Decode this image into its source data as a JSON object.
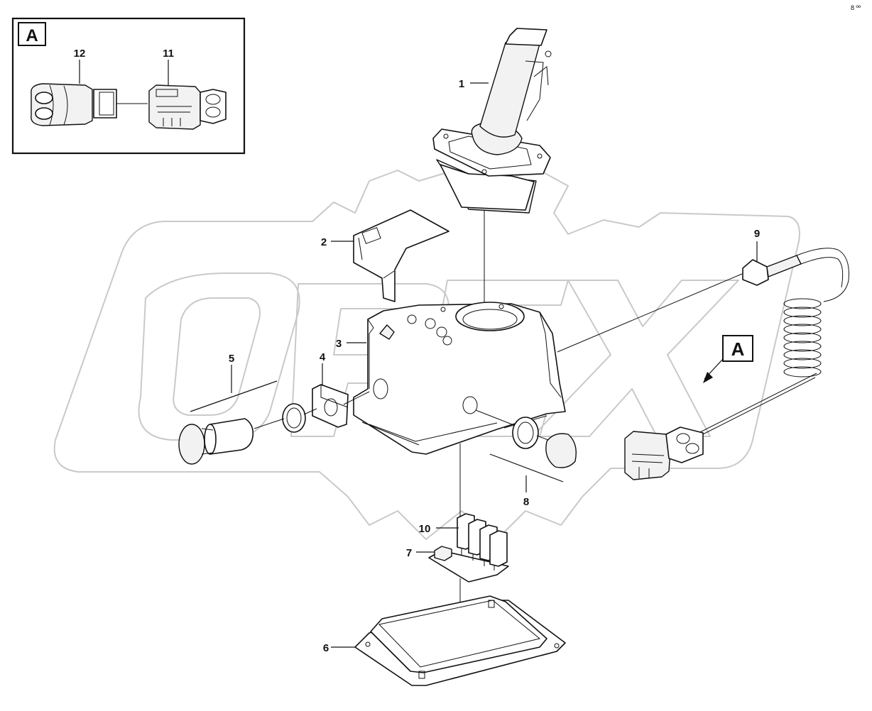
{
  "inset": {
    "letter": "A"
  },
  "view_marker": {
    "letter": "A"
  },
  "watermark": {
    "text": "OPEX"
  },
  "corner_mark": {
    "text": "8 ºº"
  },
  "callouts": [
    {
      "id": "c1",
      "text": "1"
    },
    {
      "id": "c2",
      "text": "2"
    },
    {
      "id": "c3",
      "text": "3"
    },
    {
      "id": "c4",
      "text": "4"
    },
    {
      "id": "c5",
      "text": "5"
    },
    {
      "id": "c6",
      "text": "6"
    },
    {
      "id": "c7",
      "text": "7"
    },
    {
      "id": "c8",
      "text": "8"
    },
    {
      "id": "c9",
      "text": "9"
    },
    {
      "id": "c10",
      "text": "10"
    },
    {
      "id": "c11",
      "text": "11"
    },
    {
      "id": "c12",
      "text": "12"
    }
  ]
}
